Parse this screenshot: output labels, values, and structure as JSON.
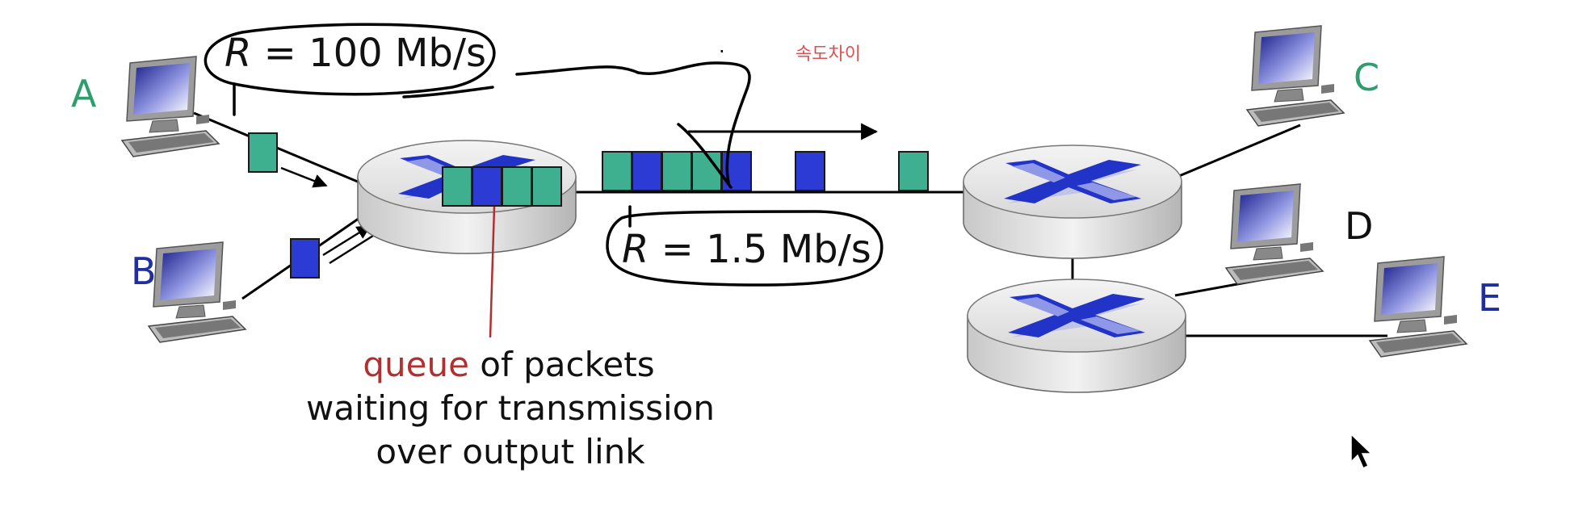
{
  "hosts": {
    "A": "A",
    "B": "B",
    "C": "C",
    "D": "D",
    "E": "E"
  },
  "links": {
    "input": {
      "r_symbol": "R",
      "r_value": " = 100 Mb/s"
    },
    "output": {
      "r_symbol": "R",
      "r_value": " = 1.5 Mb/s"
    }
  },
  "annotation": {
    "speed_difference": "속도차이",
    "dot": "·"
  },
  "caption": {
    "queue_word": "queue",
    "line1_rest": " of packets",
    "line2": "waiting for transmission",
    "line3": "over output link"
  },
  "colors": {
    "green_label": "#2f9e6e",
    "blue_label": "#1f2fa0",
    "packet_green": "#3fb08f",
    "packet_blue": "#2b3bd4",
    "queue_red": "#b03030",
    "korean_note": "#e05050"
  }
}
